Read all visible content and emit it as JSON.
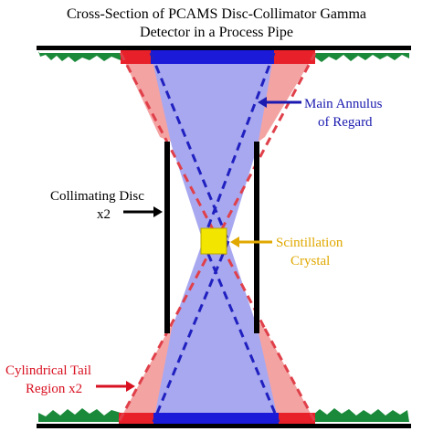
{
  "title": {
    "line1": "Cross-Section of PCAMS Disc-Collimator Gamma",
    "line2": "Detector in a Process Pipe"
  },
  "labels": {
    "main_annulus": {
      "line1": "Main Annulus",
      "line2": "of Regard"
    },
    "collimating_disc": {
      "line1": "Collimating Disc",
      "line2": "x2"
    },
    "scintillation": {
      "line1": "Scintillation",
      "line2": "Crystal"
    },
    "cylindrical_tail": {
      "line1": "Cylindrical Tail",
      "line2": "Region x2"
    }
  },
  "colors": {
    "pipe_wall": "#000000",
    "grass": "#1a8a3a",
    "tail_fill": "#f4a3a3",
    "tail_solid": "#e8202a",
    "annulus_fill": "#a8a8f0",
    "annulus_solid": "#1a1ad8",
    "tail_dash": "#e0404a",
    "annulus_dash": "#2020c0",
    "crystal": "#f2e600",
    "crystal_label": "#e0a800",
    "annulus_label": "#1a1ab0",
    "tail_label": "#d81020",
    "disc_label": "#000000"
  }
}
